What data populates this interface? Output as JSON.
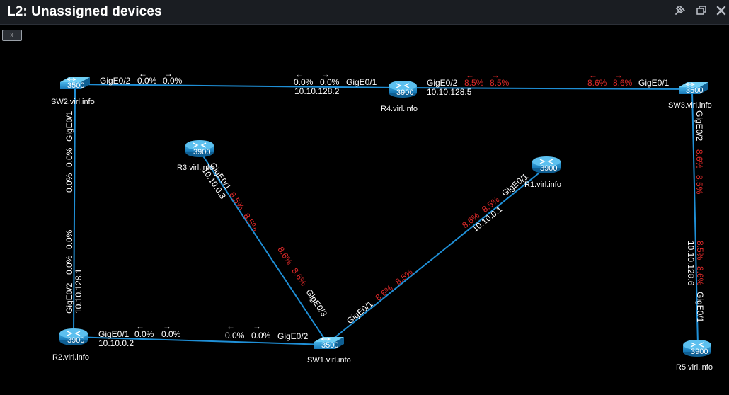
{
  "window": {
    "title": "L2: Unassigned devices",
    "pin_icon": "pin-icon",
    "restore_icon": "restore-window-icon",
    "close_icon": "close-icon",
    "toggle_label": "»"
  },
  "colors": {
    "link": "#1f8fd6",
    "util_red": "#e12a2a",
    "text": "#ffffff"
  },
  "devices": [
    {
      "id": "sw2",
      "name": "SW2.virl.info",
      "kind": "switch",
      "model": "3500"
    },
    {
      "id": "r4",
      "name": "R4.virl.info",
      "kind": "router",
      "model": "3900"
    },
    {
      "id": "sw3",
      "name": "SW3.virl.info",
      "kind": "switch",
      "model": "3500"
    },
    {
      "id": "r3",
      "name": "R3.virl.info",
      "kind": "router",
      "model": "3900"
    },
    {
      "id": "r1",
      "name": "R1.virl.info",
      "kind": "router",
      "model": "3900"
    },
    {
      "id": "r2",
      "name": "R2.virl.info",
      "kind": "router",
      "model": "3900"
    },
    {
      "id": "sw1",
      "name": "SW1.virl.info",
      "kind": "switch",
      "model": "3500"
    },
    {
      "id": "r5",
      "name": "R5.virl.info",
      "kind": "router",
      "model": "3900"
    }
  ],
  "link_labels": {
    "sw2_r4_a": {
      "iface": "GigE0/2",
      "in": "0.0%",
      "out": "0.0%"
    },
    "sw2_r4_b": {
      "iface": "GigE0/1",
      "in": "0.0%",
      "out": "0.0%",
      "ip": "10.10.128.2"
    },
    "r4_sw3_a": {
      "iface": "GigE0/2",
      "in": "8.5%",
      "out": "8.5%",
      "ip": "10.10.128.5"
    },
    "r4_sw3_b": {
      "iface": "GigE0/1",
      "in": "8.6%",
      "out": "8.6%"
    },
    "sw3_r5_a": {
      "iface": "GigE0/2",
      "in": "8.6%",
      "out": "8.5%"
    },
    "sw3_r5_b": {
      "iface": "GigE0/1",
      "in": "8.5%",
      "out": "8.6%",
      "ip": "10.10.128.6"
    },
    "sw2_r2_a": {
      "iface": "GigE0/1",
      "in": "0.0%",
      "out": "0.0%"
    },
    "sw2_r2_b": {
      "iface": "GigE0/2",
      "in": "0.0%",
      "out": "0.0%",
      "ip": "10.10.128.1"
    },
    "r2_sw1_a": {
      "iface": "GigE0/1",
      "in": "0.0%",
      "out": "0.0%",
      "ip": "10.10.0.2"
    },
    "r2_sw1_b": {
      "iface": "GigE0/2",
      "in": "0.0%",
      "out": "0.0%"
    },
    "r3_sw1_a": {
      "iface": "GigE0/1",
      "in": "8.5%",
      "out": "8.5%",
      "ip": "10.10.0.3"
    },
    "r3_sw1_b": {
      "iface": "GigE0/3",
      "in": "8.6%",
      "out": "8.6%"
    },
    "r1_sw1_a": {
      "iface": "GigE0/1",
      "in": "8.6%",
      "out": "8.5%",
      "ip": "10.10.0.1"
    },
    "r1_sw1_b": {
      "iface": "GigE0/1",
      "in": "8.6%",
      "out": "8.5%"
    }
  }
}
